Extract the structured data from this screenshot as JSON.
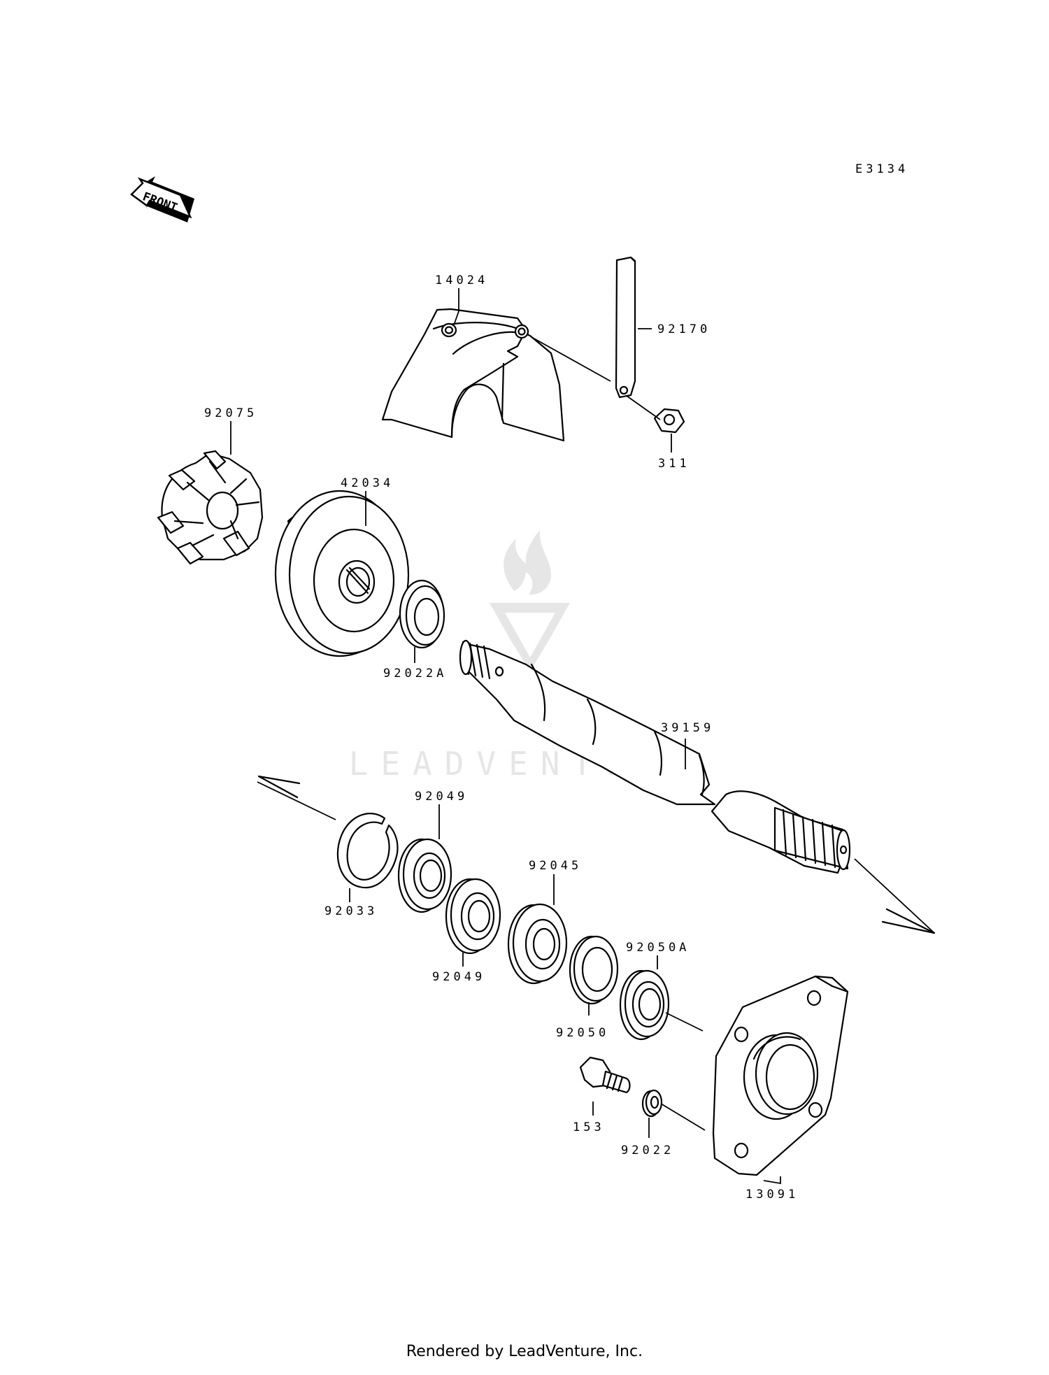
{
  "diagram": {
    "code": "E3134",
    "front_label": "FRONT",
    "watermark": "LEADVENTURE",
    "parts": {
      "p14024": "14024",
      "p92170": "92170",
      "p311": "311",
      "p92075": "92075",
      "p42034": "42034",
      "p92022A": "92022A",
      "p39159": "39159",
      "p92049a": "92049",
      "p92033": "92033",
      "p92049b": "92049",
      "p92045": "92045",
      "p92050A": "92050A",
      "p92050": "92050",
      "p153": "153",
      "p92022": "92022",
      "p13091": "13091"
    }
  },
  "footer": {
    "text": "Rendered by LeadVenture, Inc."
  }
}
